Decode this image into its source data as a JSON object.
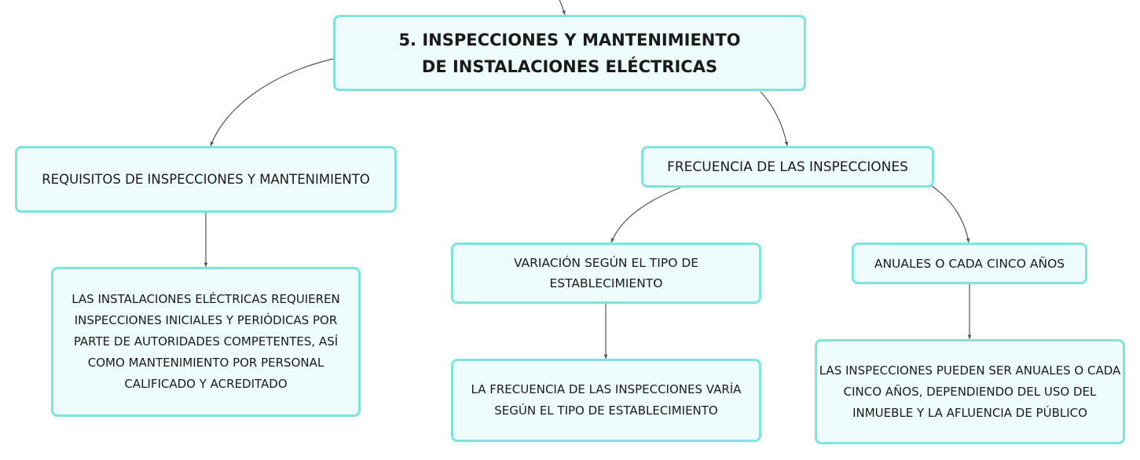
{
  "diagram": {
    "type": "mind-map",
    "root": {
      "label": "5. INSPECCIONES Y MANTENIMIENTO DE INSTALACIONES ELÉCTRICAS"
    },
    "nodes": {
      "requisitos": "REQUISITOS DE INSPECCIONES Y MANTENIMIENTO",
      "requisitos_detalle": "LAS INSTALACIONES ELÉCTRICAS REQUIEREN INSPECCIONES INICIALES Y PERIÓDICAS POR PARTE DE AUTORIDADES COMPETENTES, ASÍ COMO MANTENIMIENTO POR PERSONAL CALIFICADO Y ACREDITADO",
      "frecuencia": "FRECUENCIA DE LAS INSPECCIONES",
      "variacion": "VARIACIÓN SEGÚN EL TIPO DE ESTABLECIMIENTO",
      "variacion_detalle": "LA FRECUENCIA DE LAS INSPECCIONES VARÍA SEGÚN EL TIPO DE ESTABLECIMIENTO",
      "anuales": "ANUALES O CADA CINCO AÑOS",
      "anuales_detalle": "LAS INSPECCIONES PUEDEN SER ANUALES O CADA CINCO AÑOS, DEPENDIENDO DEL USO DEL INMUEBLE Y LA AFLUENCIA DE PÚBLICO"
    },
    "edges": [
      [
        "root",
        "requisitos"
      ],
      [
        "root",
        "frecuencia"
      ],
      [
        "requisitos",
        "requisitos_detalle"
      ],
      [
        "frecuencia",
        "variacion"
      ],
      [
        "frecuencia",
        "anuales"
      ],
      [
        "variacion",
        "variacion_detalle"
      ],
      [
        "anuales",
        "anuales_detalle"
      ]
    ],
    "colors": {
      "node_fill": "#eefcfb",
      "node_border": "#7fe4de",
      "connector": "#555555",
      "text": "#1a1a1a"
    }
  }
}
